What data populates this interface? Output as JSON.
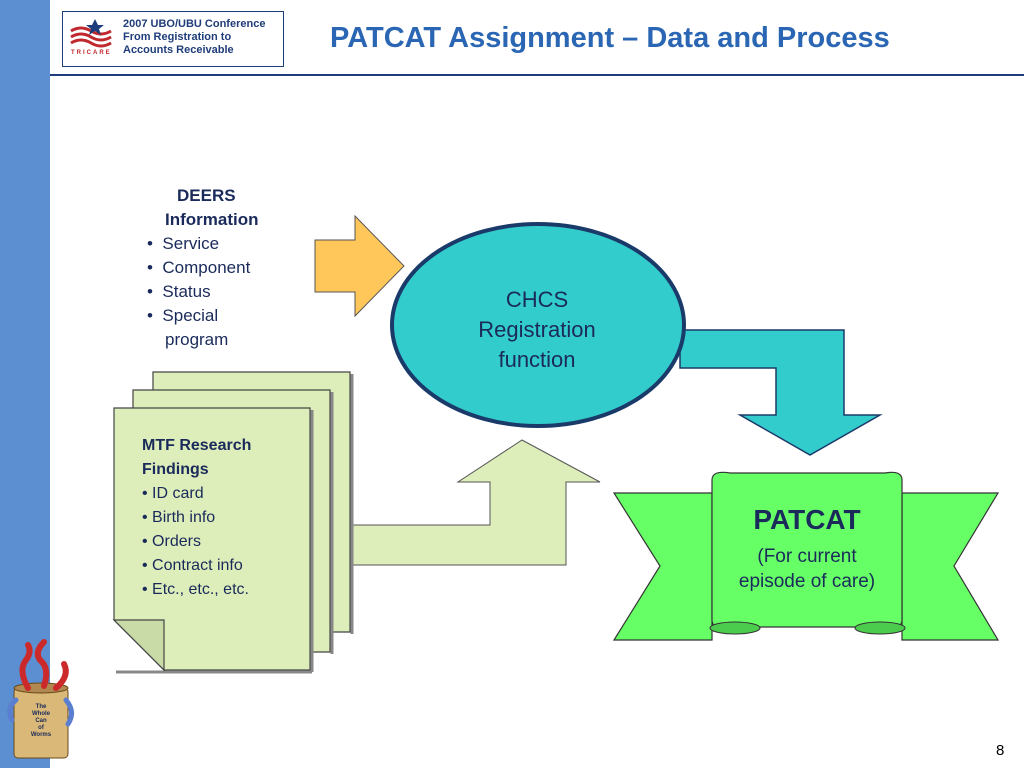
{
  "header": {
    "logo_lines": [
      "2007 UBO/UBU Conference",
      "From Registration to",
      "Accounts Receivable"
    ],
    "logo_brand": "TRICARE",
    "title": "PATCAT Assignment – Data and Process"
  },
  "deers": {
    "heading_1": "DEERS",
    "heading_2": "Information",
    "items": [
      "Service",
      "Component",
      "Status",
      "Special",
      "program"
    ]
  },
  "chcs": {
    "line_1": "CHCS",
    "line_2": "Registration",
    "line_3": "function"
  },
  "mtf": {
    "heading_1": "MTF Research",
    "heading_2": "Findings",
    "items": [
      "• ID card",
      "• Birth info",
      "• Orders",
      "• Contract info",
      "• Etc., etc., etc."
    ]
  },
  "patcat": {
    "title": "PATCAT",
    "sub_1": "(For current",
    "sub_2": "episode of care)"
  },
  "footer": {
    "page_number": "8",
    "mascot_text": [
      "The",
      "Whole",
      "Can",
      "of",
      "Worms"
    ]
  },
  "colors": {
    "left_bar": "#5b8fd1",
    "title": "#2a66b3",
    "deers_fill": "#ffc75a",
    "chcs_fill": "#33cccc",
    "mtf_fill": "#ddeebb",
    "patcat_fill": "#66ff66"
  }
}
